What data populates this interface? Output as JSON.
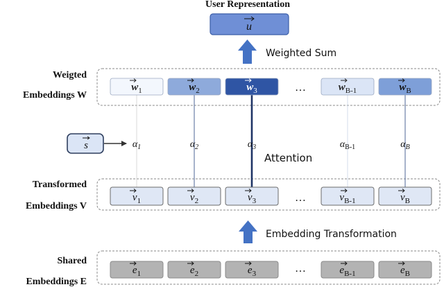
{
  "title": "User Representation",
  "user_vector": "u",
  "s_vector": "s",
  "steps": {
    "weighted_sum": "Weighted Sum",
    "attention": "Attention",
    "embedding_transformation": "Embedding Transformation"
  },
  "row_labels": {
    "weighted": [
      "Weigted",
      "Embeddings W"
    ],
    "transformed": [
      "Transformed",
      "Embeddings V"
    ],
    "shared": [
      "Shared",
      "Embeddings E"
    ]
  },
  "ellipsis": "…",
  "w_boxes": [
    {
      "letter": "w",
      "sub": "1",
      "fill": "#f3f7fd",
      "text_color": "#222222"
    },
    {
      "letter": "w",
      "sub": "2",
      "fill": "#8eaadb",
      "text_color": "#111111"
    },
    {
      "letter": "w",
      "sub": "3",
      "fill": "#2f55a4",
      "text_color": "#ffffff"
    },
    {
      "letter": "w",
      "sub": "B-1",
      "fill": "#dbe5f6",
      "text_color": "#222222"
    },
    {
      "letter": "w",
      "sub": "B",
      "fill": "#7e9fd8",
      "text_color": "#111111"
    }
  ],
  "alphas": [
    {
      "letter": "α",
      "sub": "1"
    },
    {
      "letter": "α",
      "sub": "2"
    },
    {
      "letter": "α",
      "sub": "3"
    },
    {
      "letter": "α",
      "sub": "B-1"
    },
    {
      "letter": "α",
      "sub": "B"
    }
  ],
  "v_boxes": [
    {
      "letter": "v",
      "sub": "1"
    },
    {
      "letter": "v",
      "sub": "2"
    },
    {
      "letter": "v",
      "sub": "3"
    },
    {
      "letter": "v",
      "sub": "B-1"
    },
    {
      "letter": "v",
      "sub": "B"
    }
  ],
  "e_boxes": [
    {
      "letter": "e",
      "sub": "1"
    },
    {
      "letter": "e",
      "sub": "2"
    },
    {
      "letter": "e",
      "sub": "3"
    },
    {
      "letter": "e",
      "sub": "B-1"
    },
    {
      "letter": "e",
      "sub": "B"
    }
  ],
  "colors": {
    "user_box": "#6f8fd6",
    "arrow": "#4472c4",
    "v_box": "#dfe7f5",
    "e_box": "#b3b3b3",
    "s_box": "#dbe5f6"
  }
}
